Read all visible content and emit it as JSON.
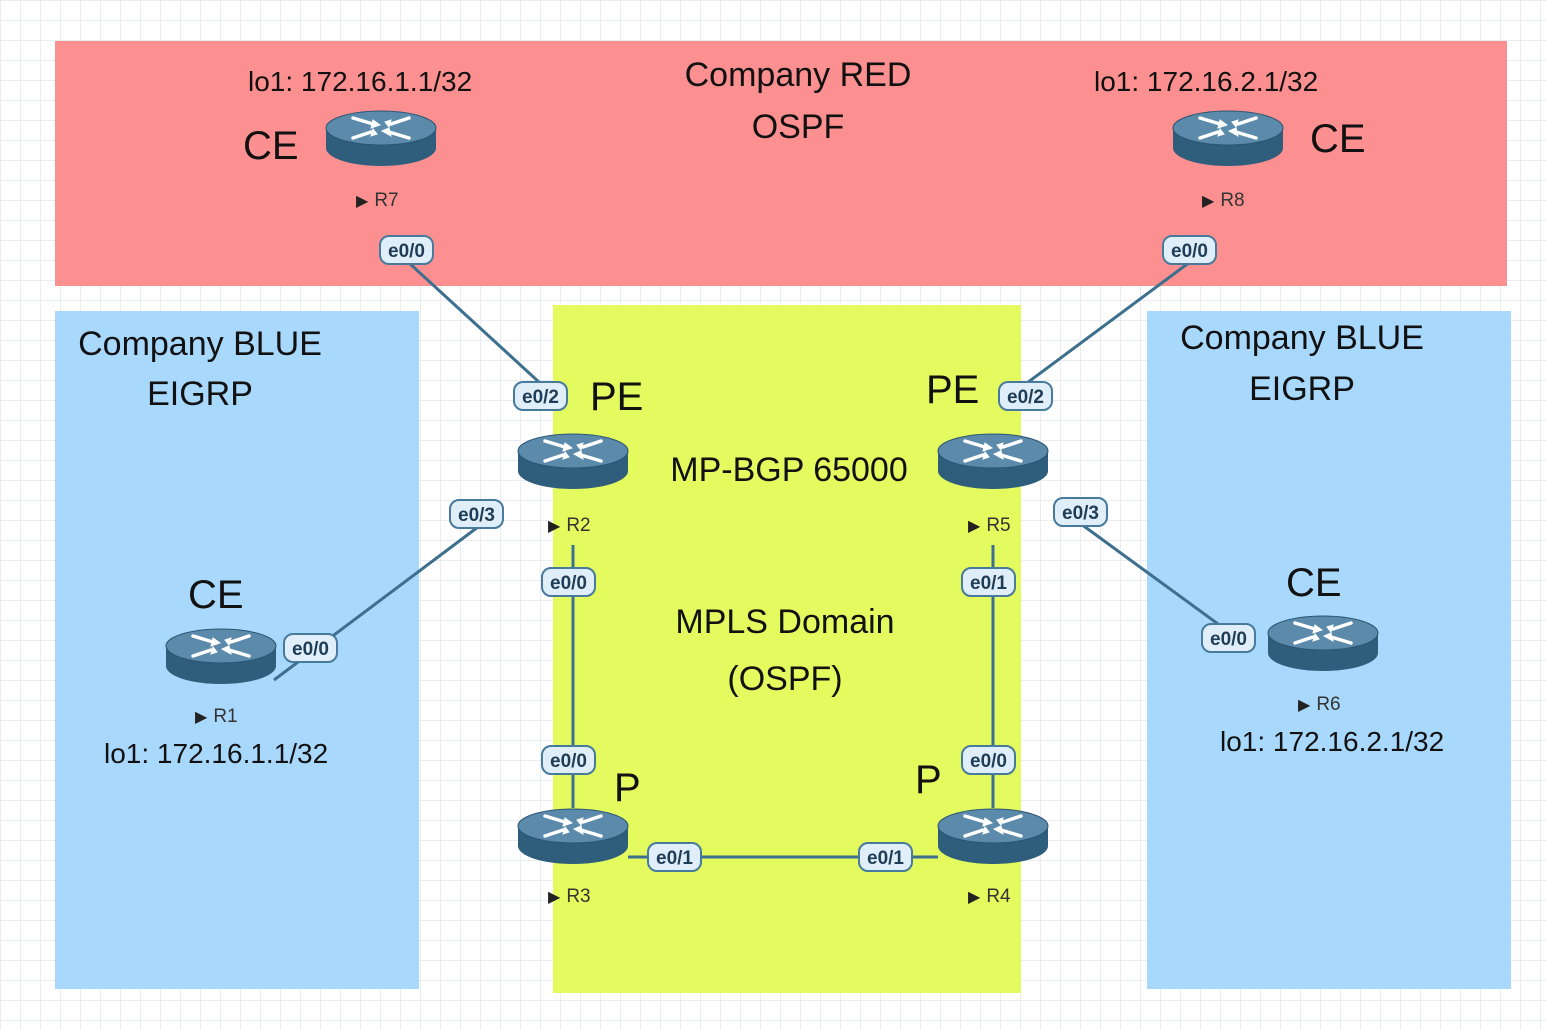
{
  "zones": {
    "red": {
      "line1": "Company RED",
      "line2": "OSPF"
    },
    "blue_left": {
      "line1": "Company BLUE",
      "line2": "EIGRP"
    },
    "blue_right": {
      "line1": "Company BLUE",
      "line2": "EIGRP"
    },
    "mpls": {
      "bgp": "MP-BGP 65000",
      "line1": "MPLS Domain",
      "line2": "(OSPF)"
    }
  },
  "routers": {
    "R7": {
      "name": "R7",
      "role": "CE",
      "loopback": "lo1: 172.16.1.1/32"
    },
    "R8": {
      "name": "R8",
      "role": "CE",
      "loopback": "lo1: 172.16.2.1/32"
    },
    "R2": {
      "name": "R2",
      "role": "PE"
    },
    "R5": {
      "name": "R5",
      "role": "PE"
    },
    "R1": {
      "name": "R1",
      "role": "CE",
      "loopback": "lo1: 172.16.1.1/32"
    },
    "R6": {
      "name": "R6",
      "role": "CE",
      "loopback": "lo1: 172.16.2.1/32"
    },
    "R3": {
      "name": "R3",
      "role": "P"
    },
    "R4": {
      "name": "R4",
      "role": "P"
    }
  },
  "ports": {
    "r7_e00": "e0/0",
    "r2_e02": "e0/2",
    "r8_e00": "e0/0",
    "r5_e02": "e0/2",
    "r2_e03": "e0/3",
    "r1_e00": "e0/0",
    "r5_e03": "e0/3",
    "r6_e00": "e0/0",
    "r2_e00": "e0/0",
    "r3_e00": "e0/0",
    "r5_e01": "e0/1",
    "r4_e00": "e0/0",
    "r3_e01": "e0/1",
    "r4_e01": "e0/1"
  },
  "colors": {
    "red_zone": "#fc9090",
    "blue_zone": "#a9d8fd",
    "mpls_zone": "#e3fb5e",
    "link": "#3d6f8e",
    "router_body": "#3e6f8f"
  }
}
